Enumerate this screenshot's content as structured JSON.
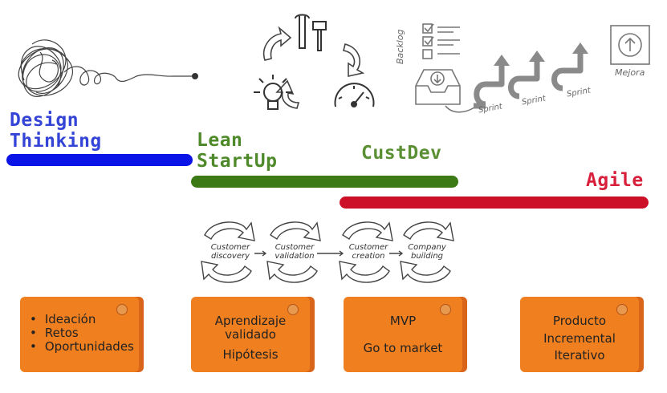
{
  "phases": {
    "design_thinking": {
      "line1": "Design",
      "line2": "Thinking",
      "color": "#3344d6",
      "bar_color": "#0a14e6"
    },
    "lean_startup": {
      "line1": "Lean",
      "line2": "StartUp",
      "color": "#4f8a2a",
      "bar_color": "#3c7a15"
    },
    "custdev": {
      "label": "CustDev",
      "color": "#5a8f33"
    },
    "agile": {
      "label": "Agile",
      "color": "#d8203c",
      "bar_color": "#cc1028"
    }
  },
  "agile_graphic": {
    "backlog_label": "Backlog",
    "sprint_labels": [
      "Sprint",
      "Sprint",
      "Sprint"
    ],
    "mejora_label": "Mejora"
  },
  "custdev_steps": [
    "Customer discovery",
    "Customer validation",
    "Customer creation",
    "Company building"
  ],
  "cards": {
    "design_thinking": {
      "items": [
        "Ideación",
        "Retos",
        "Oportunidades"
      ]
    },
    "lean_startup": {
      "line1": "Aprendizaje validado",
      "line2": "Hipótesis"
    },
    "custdev": {
      "line1": "MVP",
      "line2": "Go to market"
    },
    "agile": {
      "line1": "Producto",
      "line2": "Incremental",
      "line3": "Iterativo"
    }
  },
  "icons": [
    "scribble-icon",
    "tools-icon",
    "gauge-icon",
    "lightbulb-icon",
    "cycle-arrows-icon",
    "checklist-icon",
    "inbox-icon",
    "sprint-arrows-icon",
    "improve-arrow-icon"
  ]
}
